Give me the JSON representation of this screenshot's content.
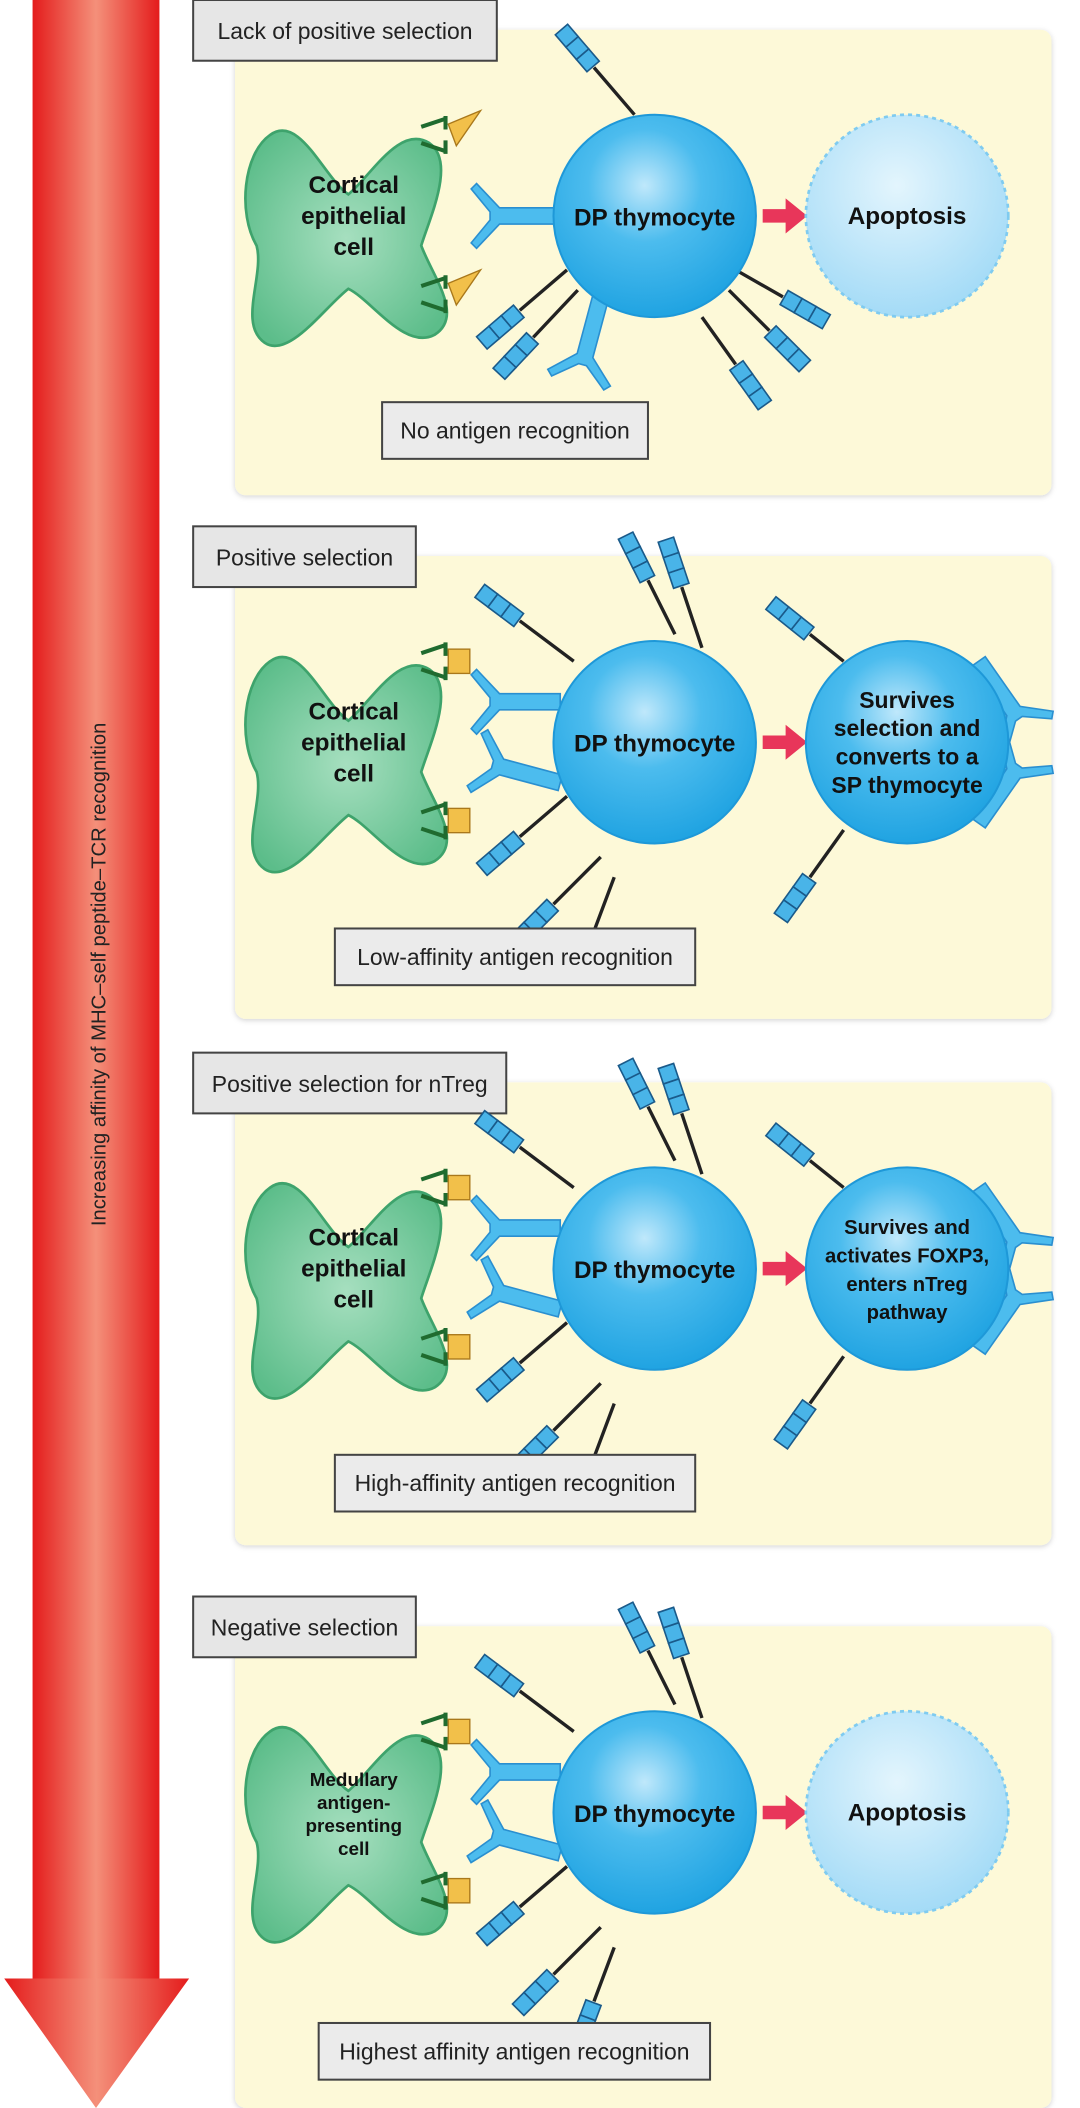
{
  "axis_label": "Increasing affinity of MHC–self peptide–TCR recognition",
  "colors": {
    "arrow": "#e8231f",
    "panel": "#fdf9d8",
    "thymocyte": "#3fb2ea",
    "apoptosis": "#b5e2f8",
    "epithelial": "#6cc596",
    "mhc": "#f2c04a"
  },
  "panels": [
    {
      "title": "Lack of positive selection",
      "presenter": [
        "Cortical",
        "epithelial",
        "cell"
      ],
      "thymocyte": "DP thymocyte",
      "outcome": [
        "Apoptosis"
      ],
      "outcome_type": "apoptosis",
      "recognition": "No antigen recognition",
      "bound": false
    },
    {
      "title": "Positive selection",
      "presenter": [
        "Cortical",
        "epithelial",
        "cell"
      ],
      "thymocyte": "DP thymocyte",
      "outcome": [
        "Survives",
        "selection and",
        "converts to a",
        "SP thymocyte"
      ],
      "outcome_type": "survive",
      "recognition": "Low-affinity antigen recognition",
      "bound": true
    },
    {
      "title": "Positive selection for nTreg",
      "presenter": [
        "Cortical",
        "epithelial",
        "cell"
      ],
      "thymocyte": "DP thymocyte",
      "outcome": [
        "Survives and",
        "activates FOXP3,",
        "enters nTreg",
        "pathway"
      ],
      "outcome_type": "survive",
      "recognition": "High-affinity antigen recognition",
      "bound": true
    },
    {
      "title": "Negative selection",
      "presenter": [
        "Medullary",
        "antigen-",
        "presenting",
        "cell"
      ],
      "thymocyte": "DP thymocyte",
      "outcome": [
        "Apoptosis"
      ],
      "outcome_type": "apoptosis",
      "recognition": "Highest affinity antigen recognition",
      "bound": true
    }
  ]
}
